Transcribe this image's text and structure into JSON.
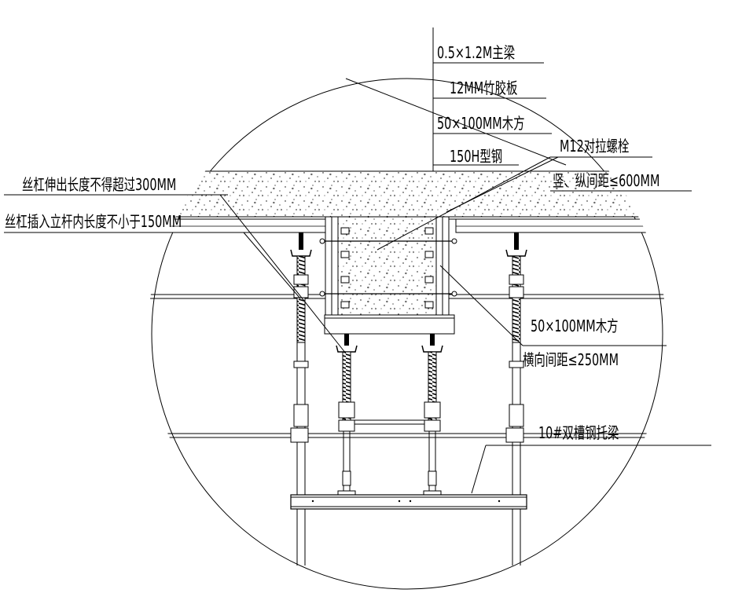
{
  "labels": {
    "main_beam": "0.5×1.2M主梁",
    "plywood": "12MM竹胶板",
    "timber_top": "50×100MM木方",
    "h_steel": "150H型钢",
    "bolt_name": "M12对拉螺栓",
    "bolt_spacing": "竖、纵间距≤600MM",
    "screw_extension": "丝杠伸出长度不得超过300MM",
    "screw_insertion": "丝杠插入立杆内长度不小于150MM",
    "timber_side": "50×100MM木方",
    "timber_spacing": "横向间距≤250MM",
    "channel_beam": "10#双槽钢托梁"
  }
}
